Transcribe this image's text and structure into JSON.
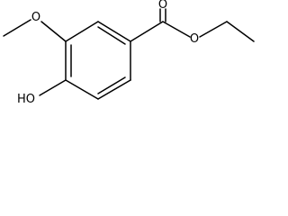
{
  "atoms": {
    "carbonyl_o": "O",
    "ester_o": "O",
    "methoxy_o": "O",
    "hydroxyl": "HO"
  },
  "colors": {
    "bond": "#000000",
    "background": "#ffffff"
  }
}
